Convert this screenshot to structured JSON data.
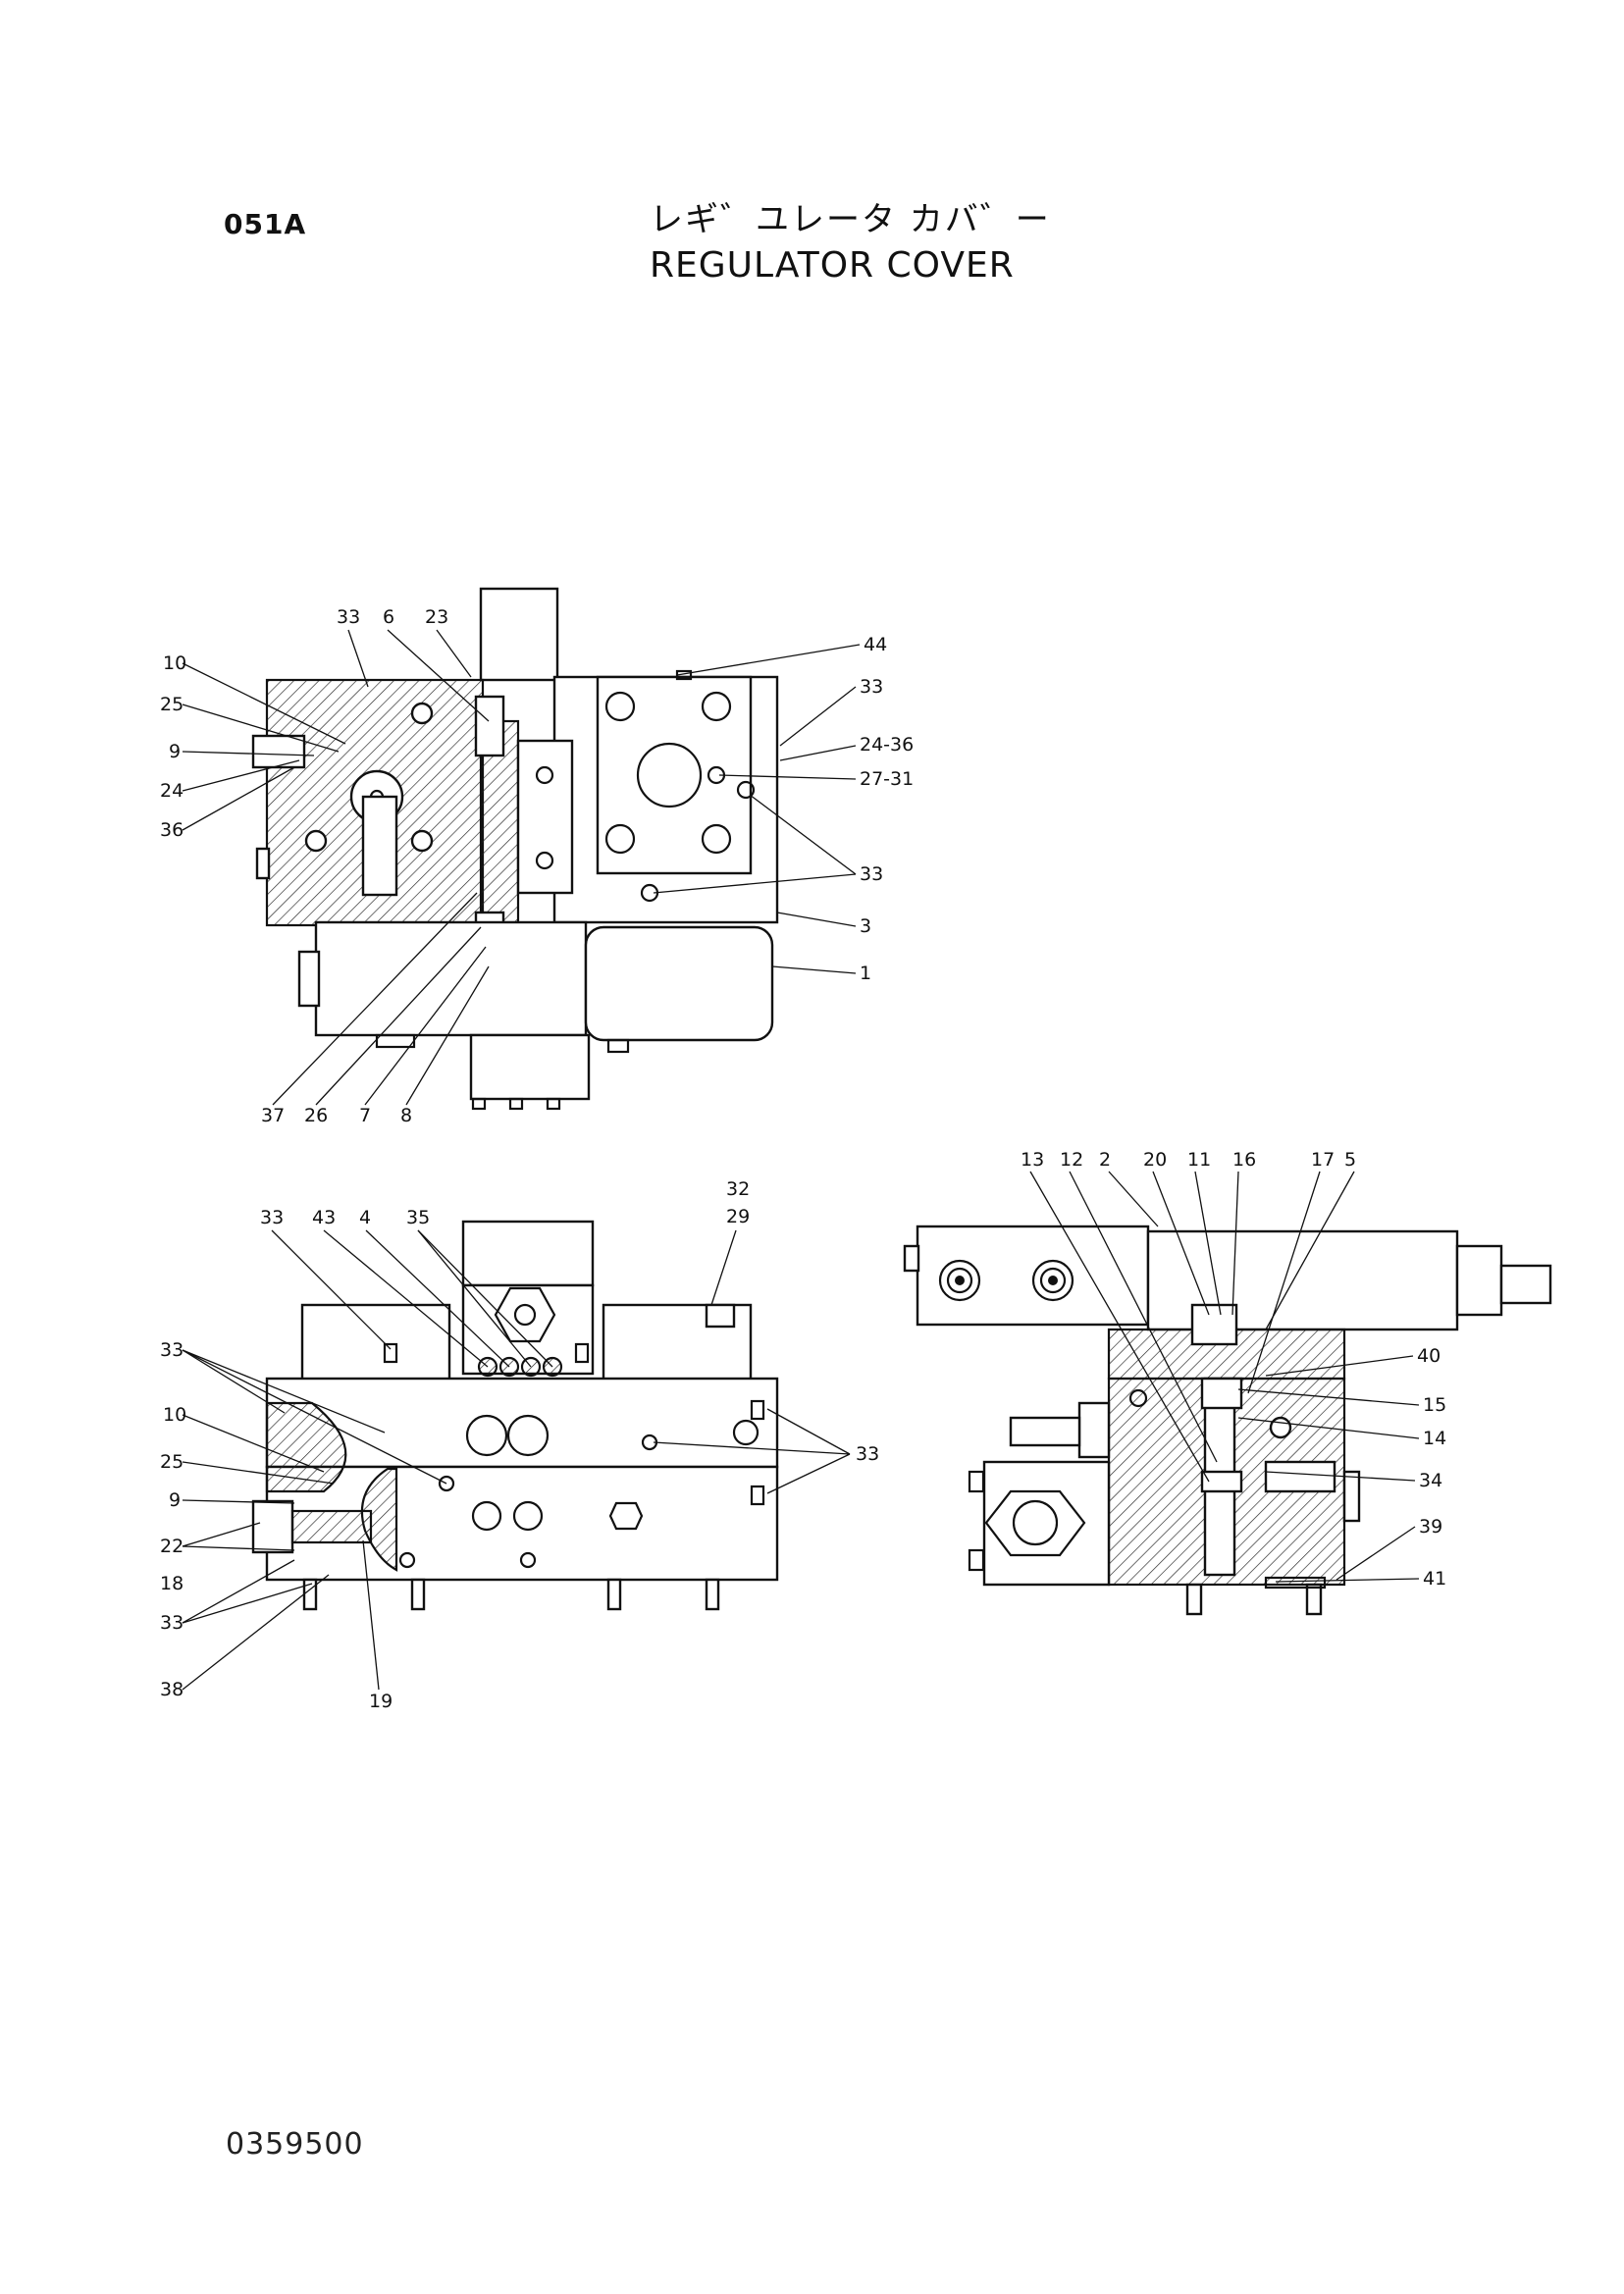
{
  "header": {
    "page_code": "051A",
    "title_jp": "レギ゛ユレータ カバ゛ー",
    "title_en": "REGULATOR COVER"
  },
  "footer": {
    "doc_number": "0359500"
  },
  "views": {
    "top_view": {
      "callouts": [
        "33",
        "6",
        "23",
        "44",
        "10",
        "25",
        "9",
        "24",
        "36",
        "33",
        "24-36",
        "27-31",
        "33",
        "3",
        "1",
        "37",
        "26",
        "7",
        "8"
      ]
    },
    "bottom_left_view": {
      "callouts": [
        "33",
        "43",
        "4",
        "35",
        "32",
        "29",
        "33",
        "10",
        "25",
        "9",
        "22",
        "18",
        "33",
        "38",
        "19",
        "33"
      ]
    },
    "bottom_right_view": {
      "callouts": [
        "13",
        "12",
        "2",
        "20",
        "11",
        "16",
        "17",
        "5",
        "40",
        "15",
        "14",
        "34",
        "39",
        "41"
      ]
    }
  }
}
